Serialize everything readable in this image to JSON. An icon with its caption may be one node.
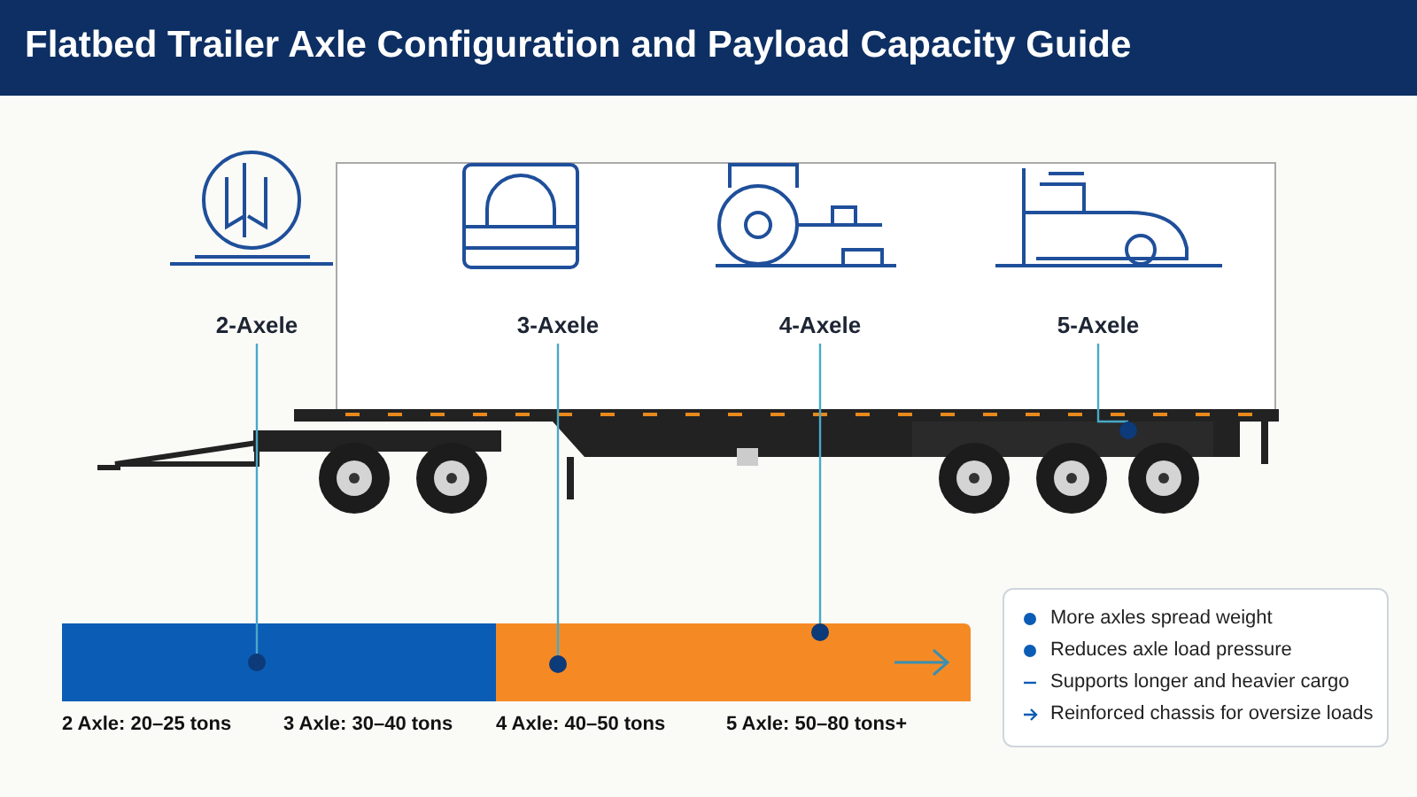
{
  "diagram": {
    "title": "Flatbed Trailer Axle Configuration and Payload Capacity Guide",
    "nodes": [
      {
        "text": [
          "2-Axele"
        ]
      },
      {
        "text": [
          "3-Axele"
        ]
      },
      {
        "text": [
          "4-Axele"
        ]
      },
      {
        "text": [
          "5-Axele"
        ]
      },
      {
        "text": [],
        "shape": "circle"
      },
      {
        "text": [],
        "shape": "circle"
      },
      {
        "text": [],
        "shape": "circle"
      },
      {
        "text": [],
        "shape": "circle"
      }
    ],
    "edges": [
      {
        "from": 0,
        "to": 4,
        "arrow": "none"
      },
      {
        "from": 1,
        "to": 5,
        "arrow": "none"
      },
      {
        "from": 2,
        "to": 6,
        "arrow": "none"
      },
      {
        "from": 3,
        "to": 7,
        "arrow": "none"
      }
    ],
    "labels": [
      "2 Axle: 20–25 tons",
      "3 Axle: 30–40 tons",
      "4 Axle: 40–50 tons",
      "5 Axle: 50–80 tons+"
    ],
    "legend": [
      {
        "text": "More axles spread weight",
        "color": "#0b5cb5"
      },
      {
        "text": "Reduces axle load pressure",
        "color": "#0b5cb5"
      },
      {
        "text": "Supports longer and heavier cargo"
      },
      {
        "text": "Reinforced chassis for oversize loads"
      }
    ]
  }
}
